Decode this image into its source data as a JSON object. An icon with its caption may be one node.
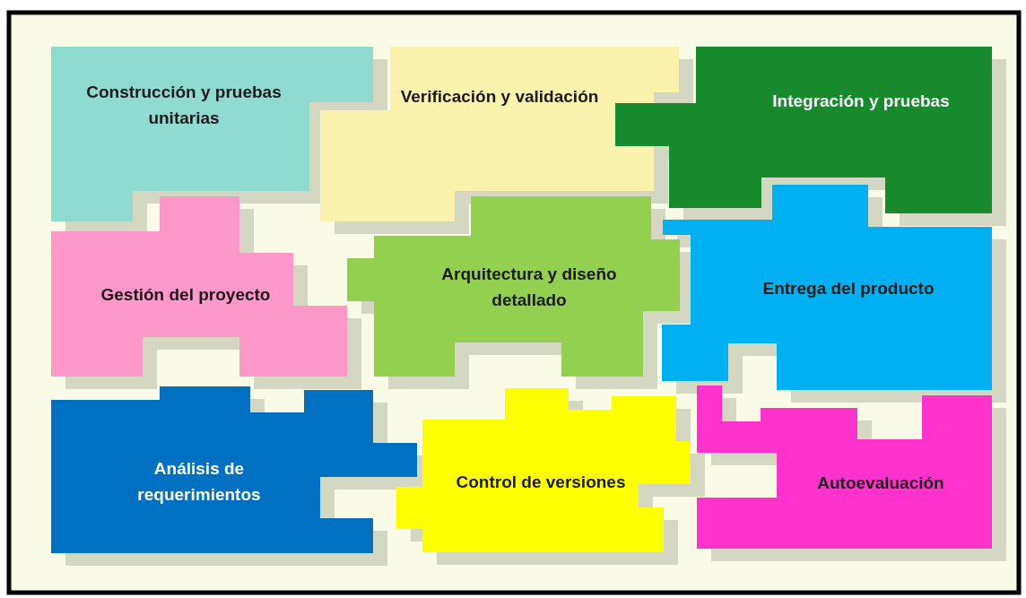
{
  "diagram": {
    "nodes": [
      {
        "text": [
          "Construcción y pruebas unitarias"
        ]
      },
      {
        "text": [
          "Verificación y validación"
        ]
      },
      {
        "text": [
          "Integración y pruebas"
        ]
      },
      {
        "text": [
          "Gestión del proyecto"
        ]
      },
      {
        "text": [
          "Arquitectura y diseño detallado"
        ]
      },
      {
        "text": [
          "Entrega del producto"
        ]
      },
      {
        "text": [
          "Análisis de requerimientos"
        ]
      },
      {
        "text": [
          "Control de versiones"
        ]
      },
      {
        "text": [
          "Autoevaluación"
        ]
      }
    ]
  }
}
